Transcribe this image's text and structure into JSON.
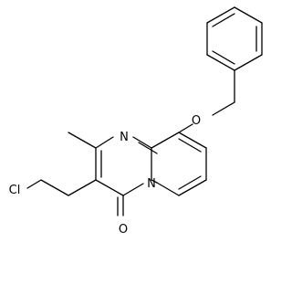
{
  "molecule": {
    "atoms": {
      "ring_oxygen": "O",
      "ring_n_imine": "N",
      "ring_n_bridge": "N",
      "carbonyl_oxygen": "O",
      "chlorine": "Cl"
    }
  }
}
